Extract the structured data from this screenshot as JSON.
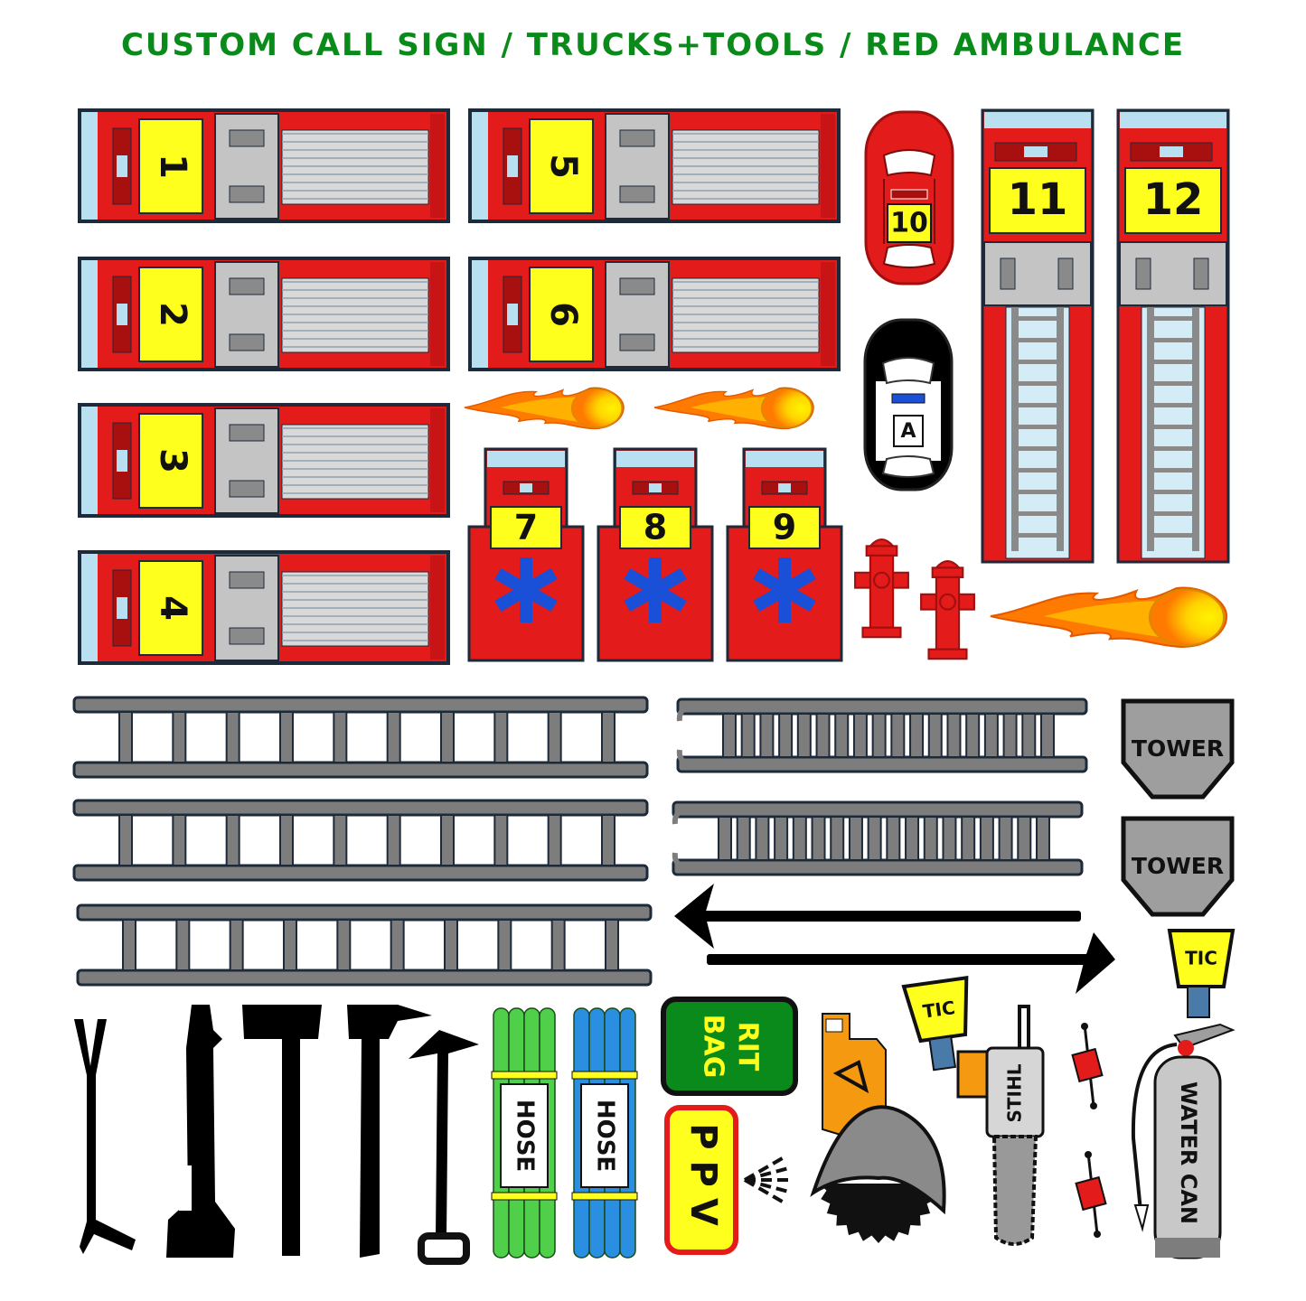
{
  "title": "CUSTOM CALL SIGN / TRUCKS+TOOLS / RED AMBULANCE",
  "colors": {
    "title_green": "#0a8a1a",
    "truck_red": "#e41b1b",
    "sign_yellow": "#ffff1e",
    "outline": "#1c2a3a",
    "ladder_gray": "#7d7d7d",
    "star_blue": "#1a4fd8",
    "hose_green": "#4fcf4a",
    "hose_blue": "#2a8fe0"
  },
  "engines": [
    {
      "number": "1"
    },
    {
      "number": "2"
    },
    {
      "number": "3"
    },
    {
      "number": "4"
    },
    {
      "number": "5"
    },
    {
      "number": "6"
    }
  ],
  "ambulances": [
    {
      "number": "7"
    },
    {
      "number": "8"
    },
    {
      "number": "9"
    }
  ],
  "chief_car": {
    "number": "10"
  },
  "police_car": {
    "letter": "A"
  },
  "ladder_trucks": [
    {
      "number": "11"
    },
    {
      "number": "12"
    }
  ],
  "tower_signs": [
    "TOWER",
    "TOWER"
  ],
  "tic_labels": [
    "TIC",
    "TIC"
  ],
  "rit_bag": {
    "line1": "RIT",
    "line2": "BAG"
  },
  "hoses": [
    {
      "label": "HOSE"
    },
    {
      "label": "HOSE"
    }
  ],
  "ppv": {
    "label": "PPV"
  },
  "chainsaw": {
    "brand": "STIHL"
  },
  "water_can": {
    "label": "WATER CAN"
  },
  "icons": [
    "fire-truck-icon",
    "ambulance-icon",
    "star-of-life-icon",
    "fire-hydrant-icon",
    "flame-icon",
    "ladder-icon",
    "pike-pole-icon",
    "halligan-icon",
    "axe-icon",
    "hose-icon",
    "fan-icon",
    "saw-icon",
    "chainsaw-icon",
    "extinguisher-icon",
    "thermal-camera-icon"
  ]
}
